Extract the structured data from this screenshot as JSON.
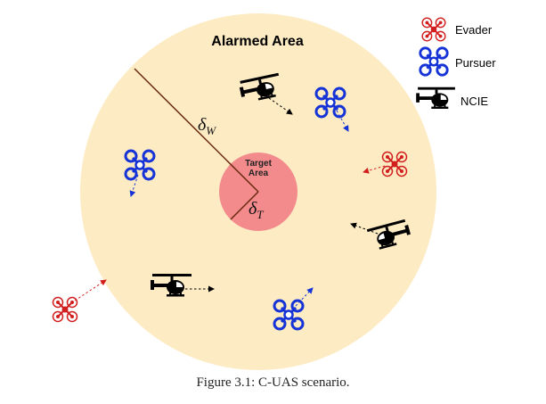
{
  "diagram": {
    "alarmed_area_label": "Alarmed Area",
    "target_area_label_line1": "Target",
    "target_area_label_line2": "Area",
    "delta_w_symbol": "δ",
    "delta_w_subscript": "W",
    "delta_t_symbol": "δ",
    "delta_t_subscript": "T"
  },
  "legend": {
    "items": [
      {
        "label": "Evader",
        "icon": "evader-drone-icon"
      },
      {
        "label": "Pursuer",
        "icon": "pursuer-drone-icon"
      },
      {
        "label": "NCIE",
        "icon": "helicopter-icon"
      }
    ]
  },
  "caption": "Figure 3.1: C-UAS scenario.",
  "colors": {
    "alarmed_area_fill": "#fdebc3",
    "target_area_fill": "#f38b8d",
    "evader": "#d11f1f",
    "pursuer": "#1533d6",
    "ncie": "#000000",
    "radius_line": "#6b2a10"
  }
}
